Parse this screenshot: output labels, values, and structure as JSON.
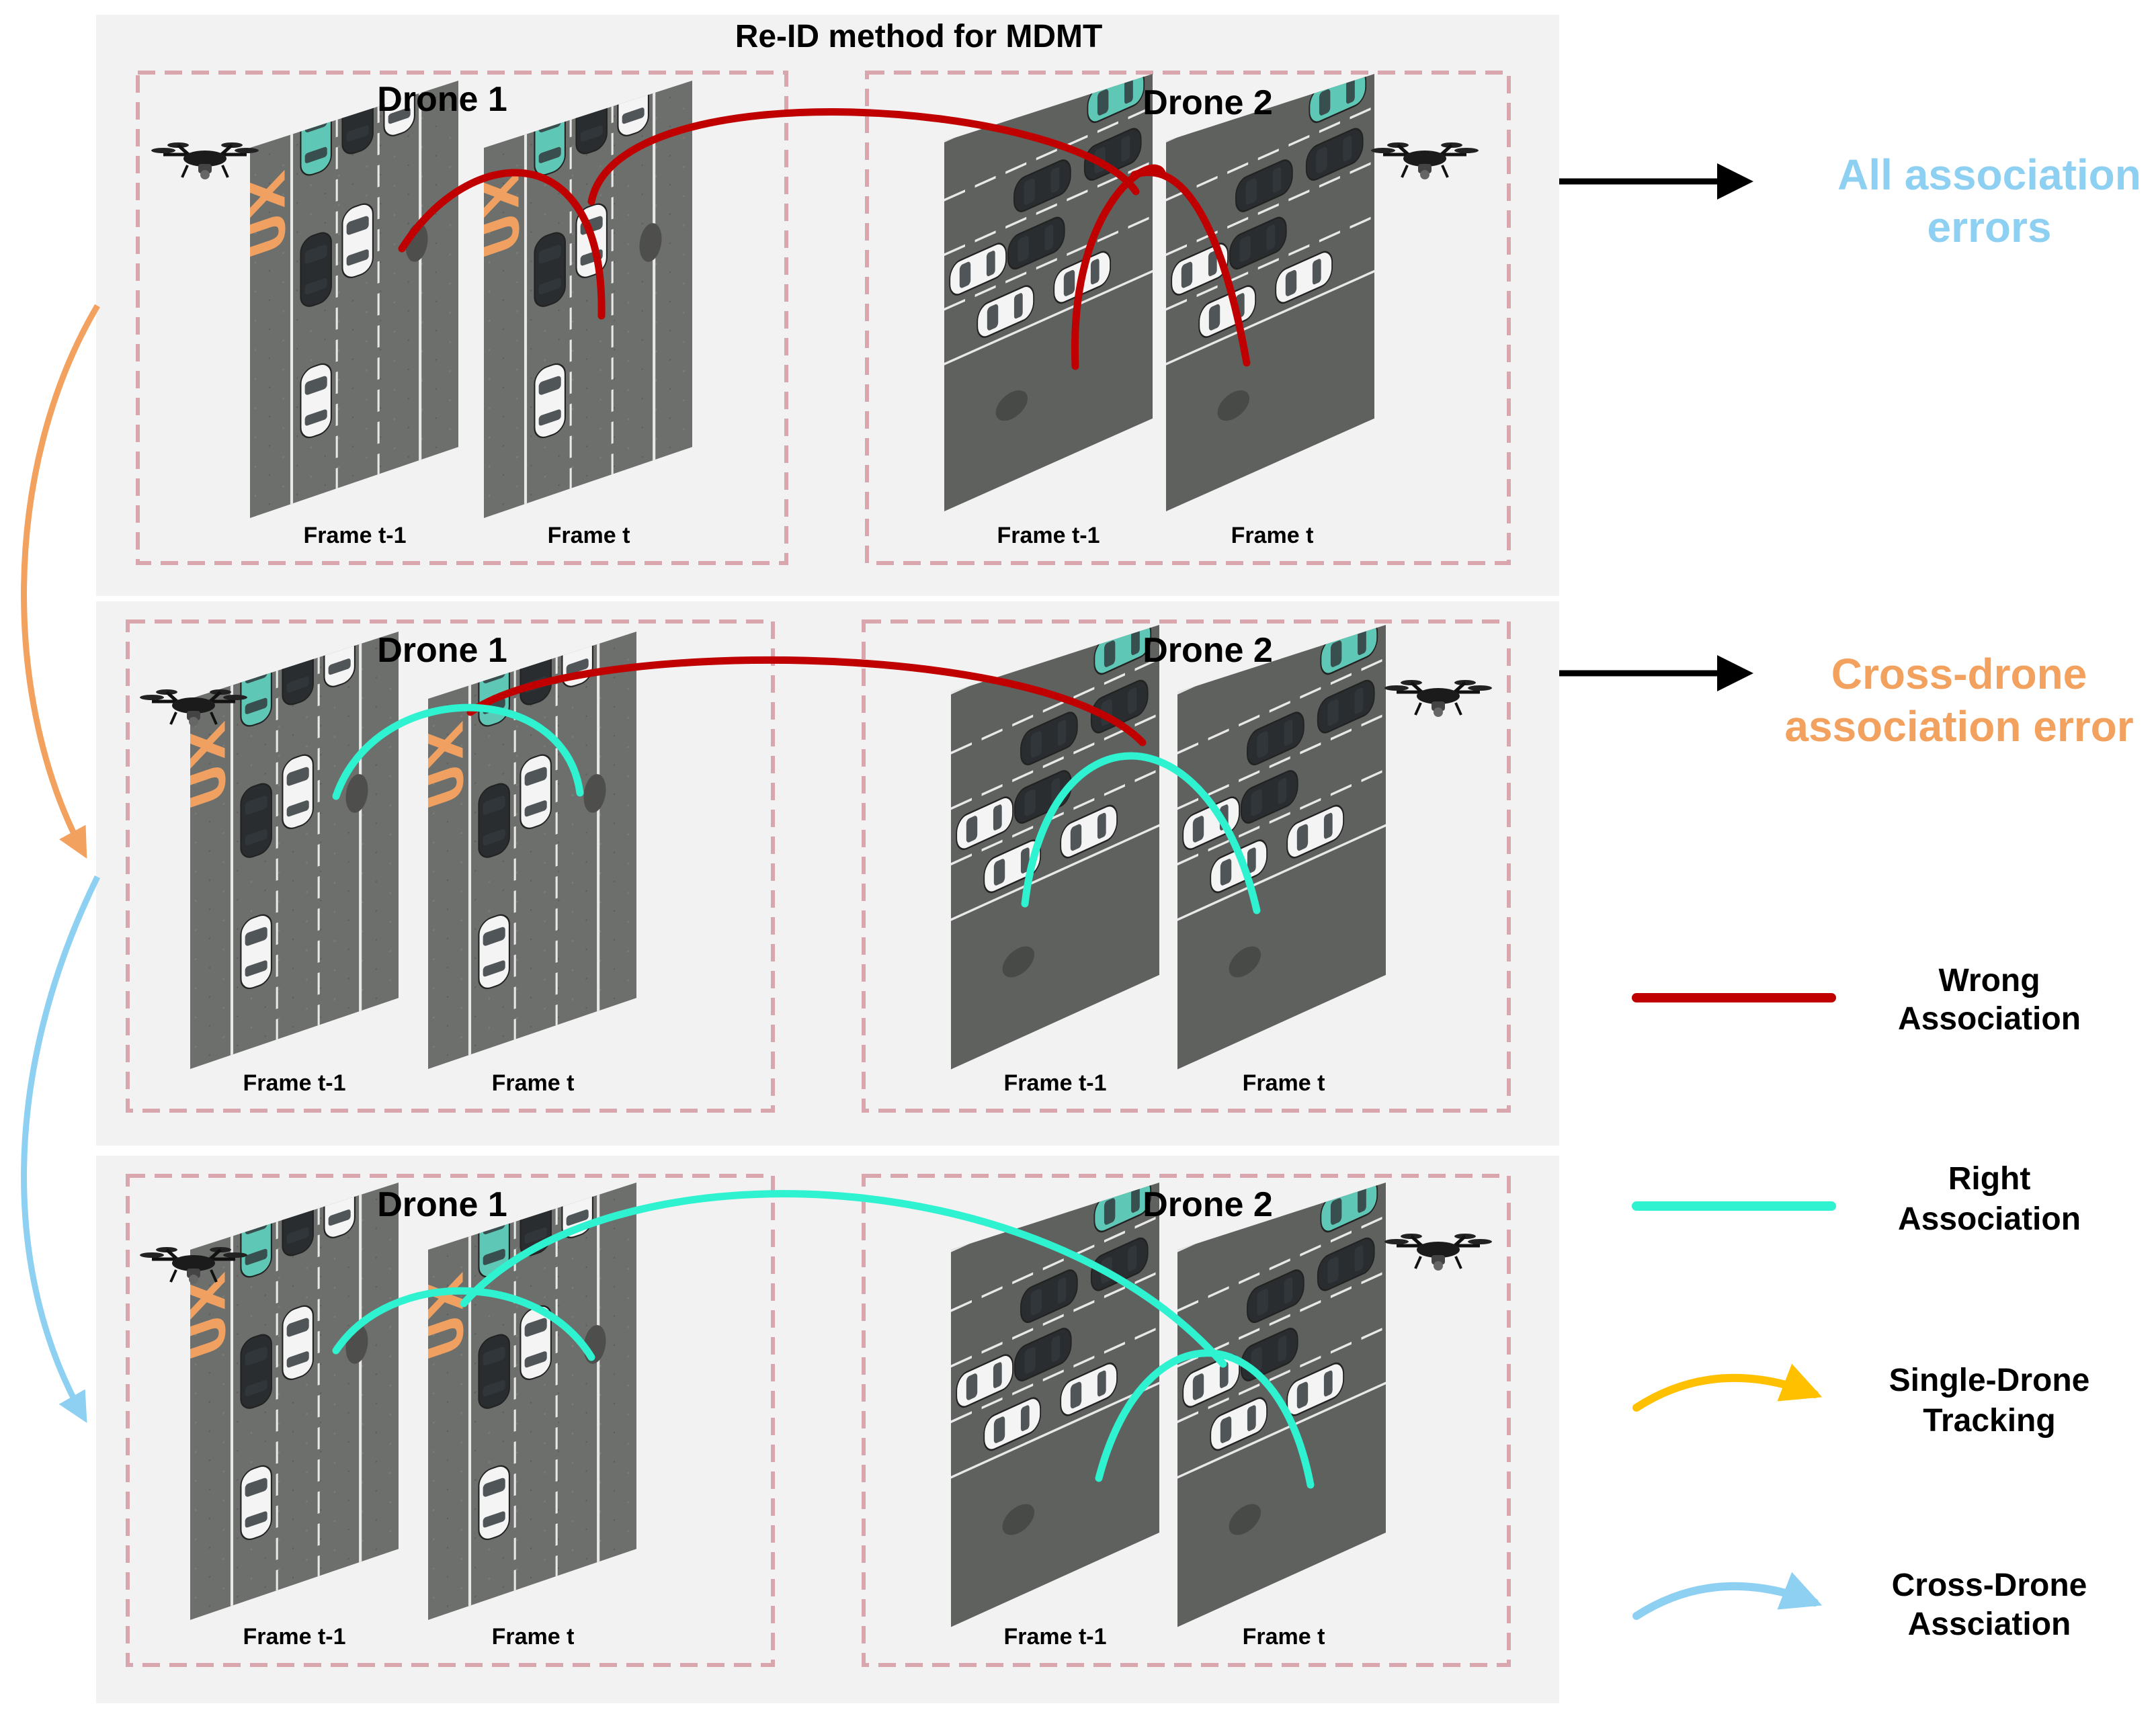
{
  "title": "Re-ID method for MDMT",
  "panels": [
    {
      "drone1_label": "Drone 1",
      "drone2_label": "Drone 2",
      "frames": [
        "Frame t-1",
        "Frame t",
        "Frame t-1",
        "Frame t"
      ],
      "outcome_line1": "All association",
      "outcome_line2": "errors",
      "outcome_color": "#8dd0f2"
    },
    {
      "drone1_label": "Drone 1",
      "drone2_label": "Drone 2",
      "frames": [
        "Frame t-1",
        "Frame t",
        "Frame t-1",
        "Frame t"
      ],
      "outcome_line1": "Cross-drone",
      "outcome_line2": "association error",
      "outcome_color": "#f2a15e"
    },
    {
      "drone1_label": "Drone 1",
      "drone2_label": "Drone 2",
      "frames": [
        "Frame t-1",
        "Frame t",
        "Frame t-1",
        "Frame t"
      ]
    }
  ],
  "legend": [
    {
      "line1": "Wrong",
      "line2": "Association",
      "color": "#c00000",
      "kind": "line"
    },
    {
      "line1": "Right",
      "line2": "Association",
      "color": "#2ef2d0",
      "kind": "line"
    },
    {
      "line1": "Single-Drone",
      "line2": "Tracking",
      "color": "#ffc000",
      "kind": "arrow"
    },
    {
      "line1": "Cross-Drone",
      "line2": "Assciation",
      "color": "#8dd0f2",
      "kind": "arrow"
    }
  ],
  "colors": {
    "wrong": "#c00000",
    "right": "#2ef2d0",
    "single_drone": "#ffc000",
    "cross_drone": "#8dd0f2",
    "step_orange": "#f2a15e",
    "panel_bg": "#f2f2f2",
    "dash_box": "#d9a6ae",
    "road": "#6b6d6a",
    "car_white": "#f4f4f4",
    "car_black": "#2a2d30",
    "car_teal": "#5fc7b5",
    "marking": "#f0a060"
  },
  "icons": [
    "drone-icon",
    "car-icon",
    "arrow-right-icon",
    "lane-marking-icon"
  ]
}
